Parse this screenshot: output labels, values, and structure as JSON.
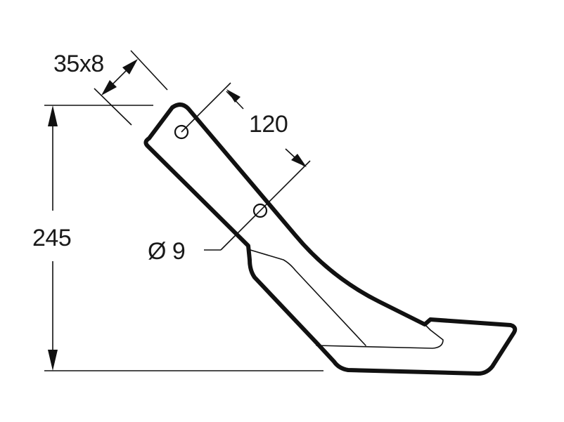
{
  "diagram": {
    "part": "tine point",
    "labels": {
      "section": "35x8",
      "hole_spacing": "120",
      "height": "245",
      "hole_diameter": "Ø 9"
    },
    "colors": {
      "line": "#111111",
      "background": "#ffffff"
    }
  }
}
